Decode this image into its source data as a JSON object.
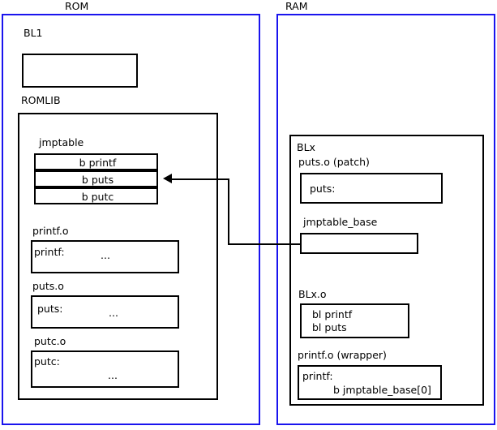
{
  "diagram": {
    "title": "ROMLIB jump table patching diagram",
    "accent_region_color": "#1a14ee",
    "line_color": "#000000",
    "background": "#ffffff"
  },
  "regions": {
    "rom": {
      "label": "ROM"
    },
    "ram": {
      "label": "RAM"
    }
  },
  "rom": {
    "bl1": {
      "label": "BL1",
      "body": ""
    },
    "romlib": {
      "label": "ROMLIB",
      "jmptable": {
        "label": "jmptable",
        "entries": [
          {
            "text": "b printf"
          },
          {
            "text": "b puts"
          },
          {
            "text": "b putc"
          }
        ]
      },
      "objects": [
        {
          "label": "printf.o",
          "symbol": "printf:",
          "ellipsis": "..."
        },
        {
          "label": "puts.o",
          "symbol": "puts:",
          "ellipsis": "..."
        },
        {
          "label": "putc.o",
          "symbol": "putc:",
          "ellipsis": "..."
        }
      ]
    }
  },
  "ram": {
    "blx": {
      "label": "BLx",
      "puts_patch": {
        "label": "puts.o (patch)",
        "symbol": "puts:"
      },
      "jmptable_base": {
        "label": "jmptable_base",
        "body": ""
      },
      "blx_o": {
        "label": "BLx.o",
        "line1": "bl printf",
        "line2": "bl puts"
      },
      "printf_wrapper": {
        "label": "printf.o (wrapper)",
        "symbol": "printf:",
        "branch": "b jmptable_base[0]"
      }
    }
  },
  "connector": {
    "name": "jmptable-base-to-b-puts-arrow",
    "from": "jmptable_base",
    "to": "b puts"
  }
}
